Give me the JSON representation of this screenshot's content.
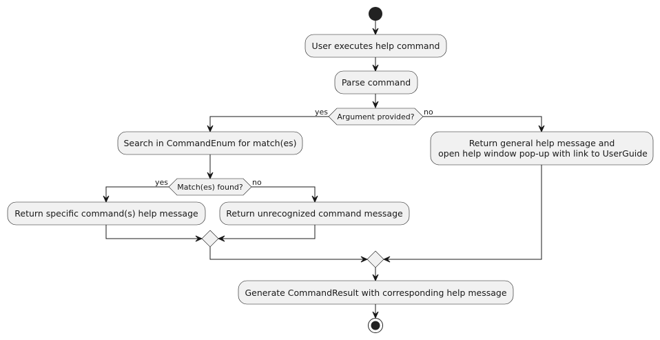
{
  "activities": {
    "user_executes": "User executes help command",
    "parse": "Parse command",
    "search": "Search in CommandEnum for match(es)",
    "return_specific": "Return specific command(s) help message",
    "return_unrecognized": "Return unrecognized command message",
    "return_general_line1": "Return general help message and",
    "return_general_line2": "open help window pop-up with link to UserGuide",
    "generate": "Generate CommandResult with corresponding help message"
  },
  "decisions": {
    "argument_provided": "Argument provided?",
    "matches_found": "Match(es) found?"
  },
  "branches": {
    "argument_yes": "yes",
    "argument_no": "no",
    "match_yes": "yes",
    "match_no": "no"
  }
}
